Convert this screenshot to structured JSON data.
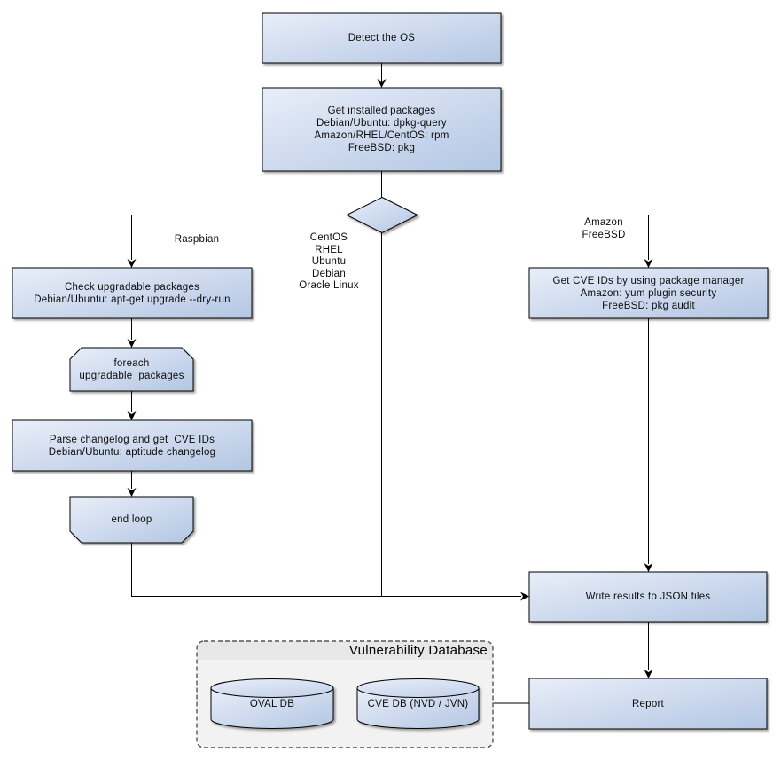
{
  "colors": {
    "node_fill_light": "#e9eef9",
    "node_fill_dark": "#b3c6e3",
    "cylinder_fill_mid": "#c6d4ea",
    "node_border": "#000000",
    "edge_color": "#000000",
    "container_fill": "#f2f2f2",
    "container_header_fill": "#e7e7e7",
    "container_border": "#555555",
    "background": "#ffffff"
  },
  "nodes": {
    "detect_os": {
      "type": "process",
      "label": "Detect the OS"
    },
    "get_installed_packages": {
      "type": "process",
      "label": "Get installed packages\nDebian/Ubuntu: dpkg-query\nAmazon/RHEL/CentOS: rpm\nFreeBSD: pkg"
    },
    "os_decision": {
      "type": "decision",
      "label": ""
    },
    "check_upgradable": {
      "type": "process",
      "label": "Check upgradable packages\nDebian/Ubuntu: apt-get upgrade --dry-run"
    },
    "foreach_loop_start": {
      "type": "loop-start",
      "label": "foreach\nupgradable  packages"
    },
    "parse_changelog": {
      "type": "process",
      "label": "Parse changelog and get  CVE IDs\nDebian/Ubuntu: aptitude changelog"
    },
    "end_loop": {
      "type": "loop-end",
      "label": "end loop"
    },
    "get_cve_ids": {
      "type": "process",
      "label": "Get CVE IDs by using package manager\nAmazon: yum plugin security\nFreeBSD: pkg audit"
    },
    "write_results": {
      "type": "process",
      "label": "Write results to JSON files"
    },
    "report": {
      "type": "process",
      "label": "Report"
    }
  },
  "edge_labels": {
    "left_branch": "Raspbian",
    "middle_branch": "CentOS\nRHEL\nUbuntu\nDebian\nOracle Linux",
    "right_branch": "Amazon\nFreeBSD"
  },
  "database_group": {
    "title": "Vulnerability Database",
    "cylinders": [
      {
        "label": "OVAL DB"
      },
      {
        "label": "CVE DB (NVD / JVN)"
      }
    ]
  }
}
